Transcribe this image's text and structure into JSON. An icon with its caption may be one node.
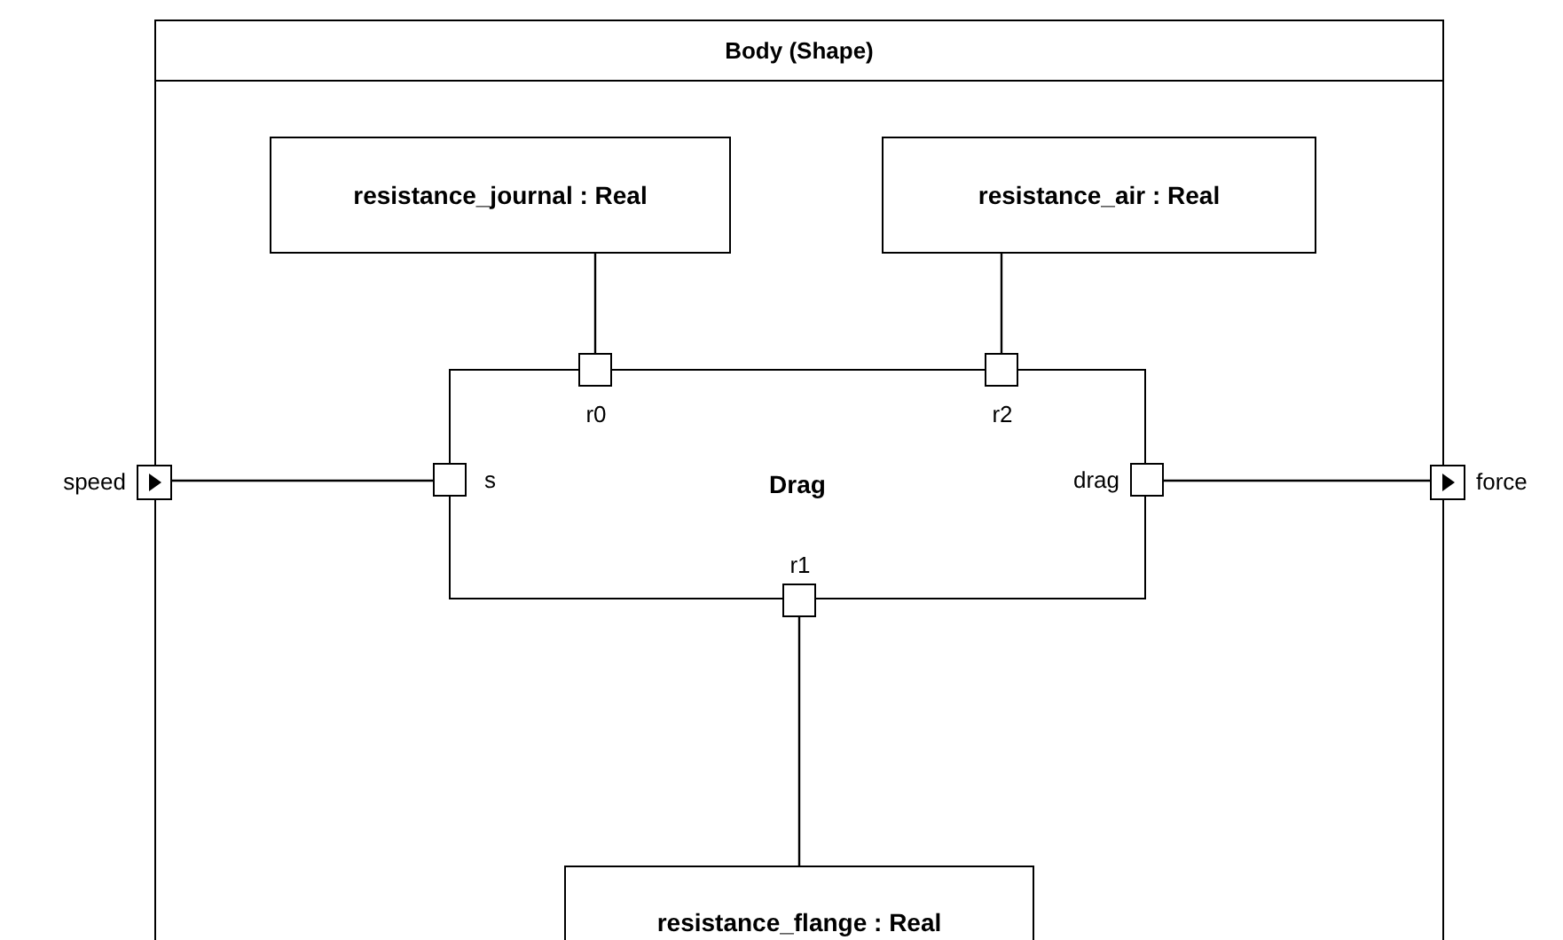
{
  "diagram": {
    "nodes": [
      {
        "text": [
          "Body (Shape)"
        ]
      },
      {
        "text": [
          "resistance_journal : Real"
        ],
        "in": 0
      },
      {
        "text": [
          "resistance_air : Real"
        ],
        "in": 0
      },
      {
        "text": [
          "Drag"
        ],
        "in": 0
      },
      {
        "text": [],
        "shape": "box",
        "in": 0
      },
      {
        "text": [],
        "shape": "box",
        "in": 0
      },
      {
        "text": [],
        "shape": "box",
        "in": 0
      },
      {
        "text": [],
        "shape": "box",
        "in": 0
      },
      {
        "text": [],
        "shape": "box",
        "in": 0
      },
      {
        "text": [],
        "shape": "box",
        "beside": [
          "speed"
        ]
      },
      {
        "text": [],
        "shape": "box",
        "beside": [
          "force"
        ]
      },
      {
        "text": [
          "resistance_flange : Real"
        ],
        "in": 0
      }
    ],
    "edges": [
      {
        "from": 1,
        "to": 4,
        "arrow": "none"
      },
      {
        "from": 2,
        "to": 5,
        "arrow": "none"
      },
      {
        "from": 9,
        "to": 6,
        "arrow": "none"
      },
      {
        "from": 7,
        "to": 10,
        "arrow": "none"
      },
      {
        "from": 8,
        "to": 11,
        "arrow": "none"
      }
    ],
    "labels": [
      "r0",
      "r2",
      "s",
      "drag",
      "r1"
    ]
  }
}
